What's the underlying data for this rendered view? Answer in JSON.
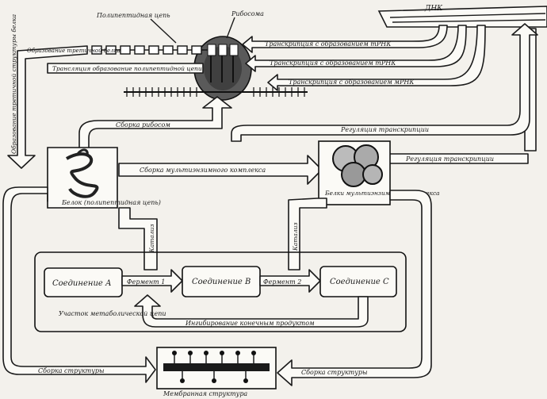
{
  "labels": {
    "polypeptide_chain": "Полипептидная цепь",
    "ribosome": "Рибосома",
    "dna": "ДНК",
    "transcription_rrna_1": "Транскрипция с образованием тРНК",
    "transcription_rrna_2": "Транскрипция с образованием тРНК",
    "transcription_mrna": "Транскрипция с образованием мРНК",
    "translation": "Трансляция образование полипептидной цепи",
    "tertiary_structure": "Образование третичной структуры белка",
    "left_top_fragment": "Образование третичной белка",
    "ribosome_assembly": "Сборка рибосом",
    "transcription_regulation_top": "Регуляция транскрипции",
    "transcription_regulation_right": "Регуляция транскрипции",
    "multienzyme_assembly": "Сборка мультиэнзимного комплекса",
    "protein": "Белок (полипептидная цепь)",
    "multienzyme_complex": "Белки мультиэнзимного комплекса",
    "catalysis_left": "Катализ",
    "catalysis_right": "Катализ",
    "compound_a": "Соединение А",
    "compound_b": "Соединение В",
    "compound_c": "Соединение С",
    "enzyme_1": "Фермент 1",
    "enzyme_2": "Фермент 2",
    "metabolic_pathway": "Участок метаболической цепи",
    "end_product_regulation": "Ингибирование конечным продуктом",
    "structure_assembly_left": "Сборка структуры",
    "structure_assembly_right": "Сборка структуры",
    "membrane_structure": "Мембранная структура"
  }
}
